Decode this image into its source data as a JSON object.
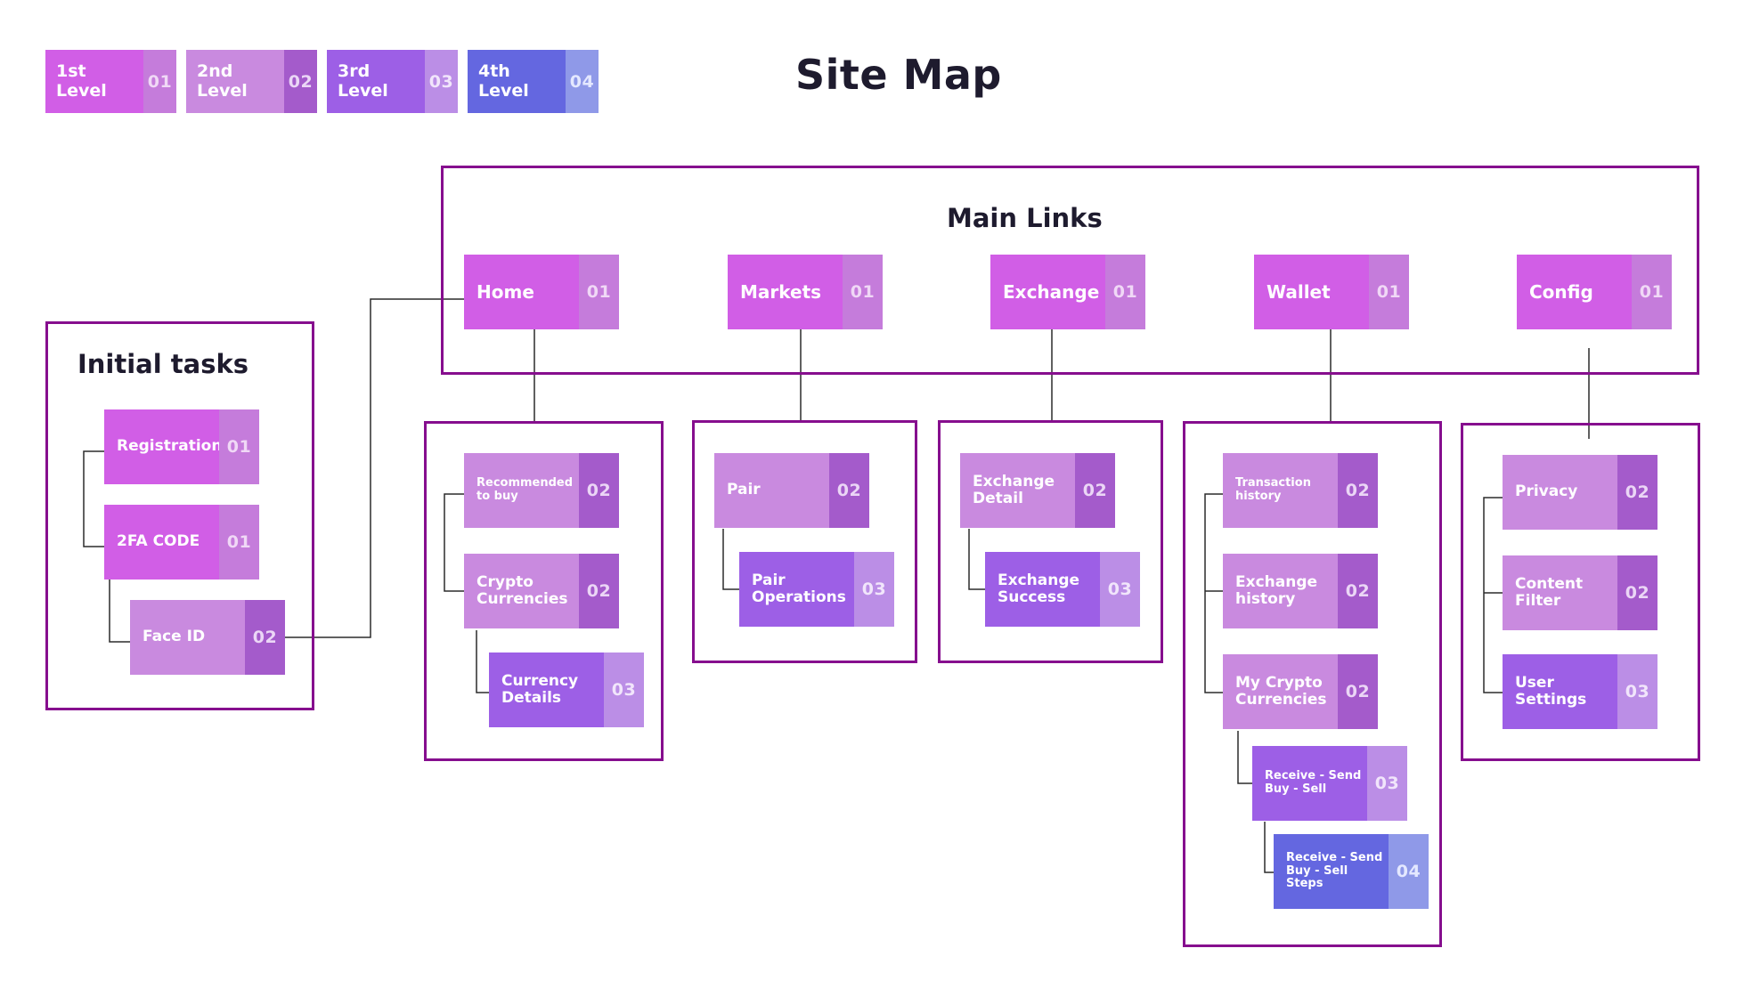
{
  "title": "Site Map",
  "legend": [
    {
      "label": "1st\nLevel",
      "num": "01"
    },
    {
      "label": "2nd\nLevel",
      "num": "02"
    },
    {
      "label": "3rd\nLevel",
      "num": "03"
    },
    {
      "label": "4th\nLevel",
      "num": "04"
    }
  ],
  "initial_tasks": {
    "title": "Initial tasks",
    "registration": {
      "label": "Registration",
      "num": "01"
    },
    "twofa": {
      "label": "2FA CODE",
      "num": "01"
    },
    "faceid": {
      "label": "Face ID",
      "num": "02"
    }
  },
  "main_links": {
    "title": "Main Links",
    "home": {
      "label": "Home",
      "num": "01"
    },
    "markets": {
      "label": "Markets",
      "num": "01"
    },
    "exchange": {
      "label": "Exchange",
      "num": "01"
    },
    "wallet": {
      "label": "Wallet",
      "num": "01"
    },
    "config": {
      "label": "Config",
      "num": "01"
    }
  },
  "home_group": {
    "recommended": {
      "label": "Recommended\nto buy",
      "num": "02"
    },
    "crypto": {
      "label": "Crypto\nCurrencies",
      "num": "02"
    },
    "currency_details": {
      "label": "Currency\nDetails",
      "num": "03"
    }
  },
  "markets_group": {
    "pair": {
      "label": "Pair",
      "num": "02"
    },
    "pair_ops": {
      "label": "Pair\nOperations",
      "num": "03"
    }
  },
  "exchange_group": {
    "detail": {
      "label": "Exchange\nDetail",
      "num": "02"
    },
    "success": {
      "label": "Exchange\nSuccess",
      "num": "03"
    }
  },
  "wallet_group": {
    "transaction": {
      "label": "Transaction\nhistory",
      "num": "02"
    },
    "exchange_history": {
      "label": "Exchange\nhistory",
      "num": "02"
    },
    "my_crypto": {
      "label": "My Crypto\nCurrencies",
      "num": "02"
    },
    "receive_send": {
      "label": "Receive - Send\nBuy - Sell",
      "num": "03"
    },
    "receive_steps": {
      "label": "Receive - Send\nBuy - Sell Steps",
      "num": "04"
    }
  },
  "config_group": {
    "privacy": {
      "label": "Privacy",
      "num": "02"
    },
    "content_filter": {
      "label": "Content\nFilter",
      "num": "02"
    },
    "user_settings": {
      "label": "User\nSettings",
      "num": "03"
    }
  },
  "colors": {
    "frame": "#860e8e",
    "level1": "#d15ee6",
    "level2": "#c98adf",
    "level3": "#9d5fe6",
    "level4": "#6467e0"
  }
}
